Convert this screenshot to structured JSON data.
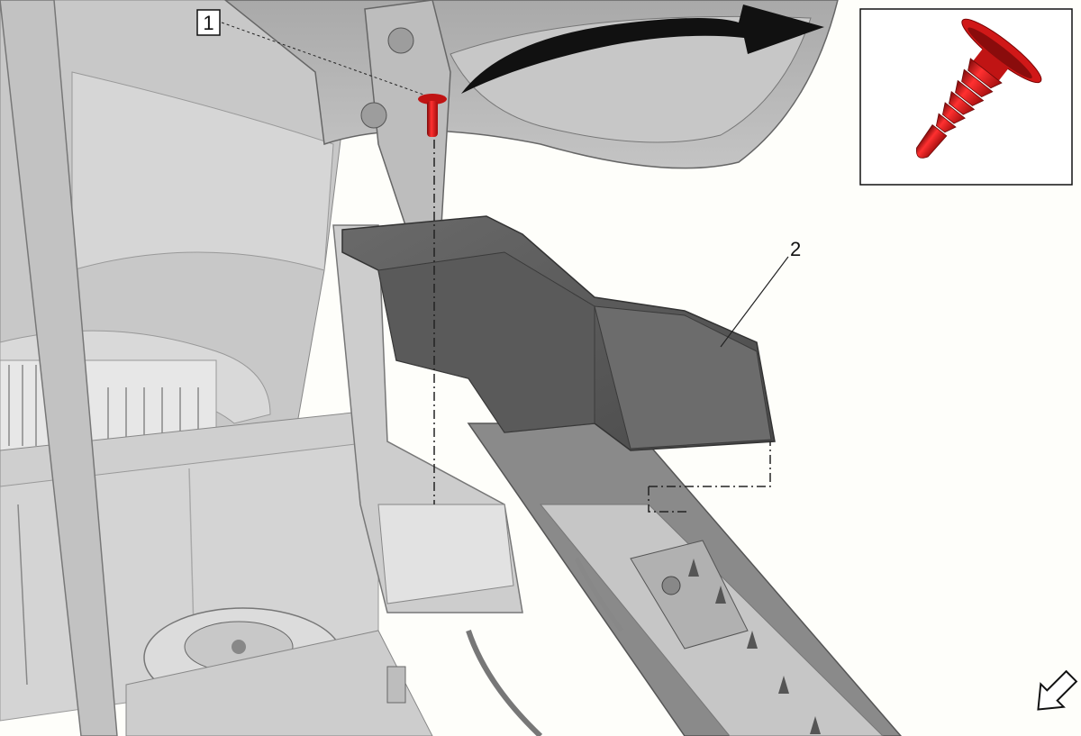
{
  "callouts": [
    {
      "id": "1",
      "label": "1",
      "boxed": true
    },
    {
      "id": "2",
      "label": "2",
      "boxed": false
    }
  ],
  "inset": {
    "subject": "push-pin-retainer"
  },
  "icons": {
    "direction_arrow": "arrow-up-right-icon",
    "view_indicator": "view-direction-arrow-icon"
  },
  "colors": {
    "background": "#fefefa",
    "retainer": "#e01e1e",
    "dark_part": "#5e5e5e",
    "panel": "#c9c9c9",
    "line": "#222222"
  }
}
